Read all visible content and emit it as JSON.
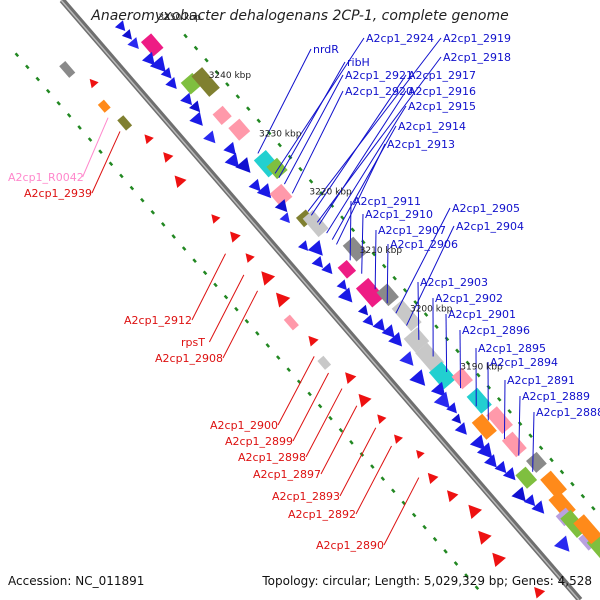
{
  "title": "Anaeromyxobacter dehalogenans 2CP-1, complete genome",
  "accession_text": "Accession: NC_011891",
  "summary_text": "Topology: circular; Length: 5,029,329 bp; Genes: 4,528",
  "colors": {
    "plus_strand_label": "#1010cc",
    "minus_strand_label": "#dd1111",
    "rna_label": "#ff88cc",
    "backbone": "#888888",
    "tick": "#228822"
  },
  "scale_labels": [
    {
      "text": "3250 kbp"
    },
    {
      "text": "3240 kbp"
    },
    {
      "text": "3230 kbp"
    },
    {
      "text": "3220 kbp"
    },
    {
      "text": "3210 kbp"
    },
    {
      "text": "3200 kbp"
    },
    {
      "text": "3190 kbp"
    }
  ],
  "labels_plus": [
    {
      "text": "nrdR"
    },
    {
      "text": "A2cp1_2924"
    },
    {
      "text": "A2cp1_2919"
    },
    {
      "text": "ribH"
    },
    {
      "text": "A2cp1_2918"
    },
    {
      "text": "A2cp1_2921"
    },
    {
      "text": "A2cp1_2917"
    },
    {
      "text": "A2cp1_2920"
    },
    {
      "text": "A2cp1_2916"
    },
    {
      "text": "A2cp1_2915"
    },
    {
      "text": "A2cp1_2914"
    },
    {
      "text": "A2cp1_2913"
    },
    {
      "text": "A2cp1_2911"
    },
    {
      "text": "A2cp1_2910"
    },
    {
      "text": "A2cp1_2905"
    },
    {
      "text": "A2cp1_2907"
    },
    {
      "text": "A2cp1_2904"
    },
    {
      "text": "A2cp1_2906"
    },
    {
      "text": "A2cp1_2903"
    },
    {
      "text": "A2cp1_2902"
    },
    {
      "text": "A2cp1_2901"
    },
    {
      "text": "A2cp1_2896"
    },
    {
      "text": "A2cp1_2895"
    },
    {
      "text": "A2cp1_2894"
    },
    {
      "text": "A2cp1_2891"
    },
    {
      "text": "A2cp1_2889"
    },
    {
      "text": "A2cp1_2888"
    }
  ],
  "labels_minus": [
    {
      "text": "A2cp1_R0042",
      "rna": true
    },
    {
      "text": "A2cp1_2939"
    },
    {
      "text": "A2cp1_2912"
    },
    {
      "text": "rpsT"
    },
    {
      "text": "A2cp1_2908"
    },
    {
      "text": "A2cp1_2900"
    },
    {
      "text": "A2cp1_2899"
    },
    {
      "text": "A2cp1_2898"
    },
    {
      "text": "A2cp1_2897"
    },
    {
      "text": "A2cp1_2893"
    },
    {
      "text": "A2cp1_2892"
    },
    {
      "text": "A2cp1_2890"
    }
  ]
}
